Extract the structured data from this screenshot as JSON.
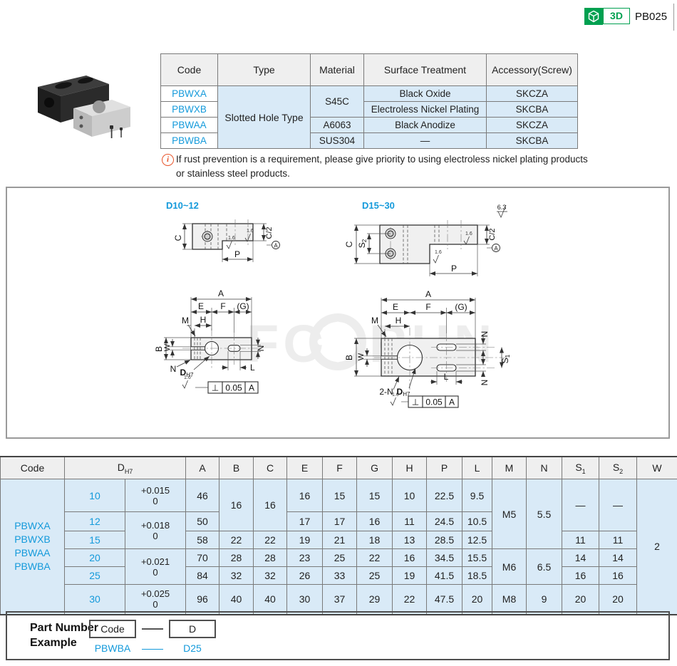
{
  "header": {
    "badge_3d": "3D",
    "part_number": "PB025"
  },
  "spec_table": {
    "headers": {
      "code": "Code",
      "type": "Type",
      "material": "Material",
      "surface": "Surface Treatment",
      "accessory": "Accessory(Screw)"
    },
    "type_label": "Slotted Hole Type",
    "rows": [
      {
        "code": "PBWXA",
        "material": "S45C",
        "surface": "Black Oxide",
        "accessory": "SKCZA"
      },
      {
        "code": "PBWXB",
        "surface": "Electroless Nickel Plating",
        "accessory": "SKCBA"
      },
      {
        "code": "PBWAA",
        "material": "A6063",
        "surface": "Black Anodize",
        "accessory": "SKCZA"
      },
      {
        "code": "PBWBA",
        "material": "SUS304",
        "surface": "—",
        "accessory": "SKCBA"
      }
    ]
  },
  "note": {
    "icon": "i",
    "line1": "If rust prevention is a requirement, please give priority to using electroless nickel plating products",
    "line2": "or stainless steel products."
  },
  "drawings": {
    "roughness": "6.3",
    "watermark_left": "FO",
    "watermark_right": "RUN",
    "side_small": {
      "title": "D10~12",
      "c": "C",
      "c_half": "C/2",
      "p": "P",
      "finish": "1.6",
      "datum": "A"
    },
    "side_large": {
      "title": "D15~30",
      "c": "C",
      "s_base": "S",
      "s_sub": "2",
      "c_half": "C/2",
      "p": "P",
      "finish": "1.6",
      "datum": "A"
    },
    "top_small": {
      "a": "A",
      "e": "E",
      "f": "F",
      "g": "(G)",
      "m": "M",
      "h": "H",
      "b": "B",
      "w": "W",
      "n_side": "N",
      "n_corner": "N",
      "l": "L",
      "bore": "D",
      "bore_sub": "H7",
      "finish": "1.6",
      "tol_sym": "⊥",
      "tol_val": "0.05",
      "tol_datum": "A"
    },
    "top_large": {
      "a": "A",
      "e": "E",
      "f": "F",
      "g": "(G)",
      "m": "M",
      "h": "H",
      "b": "B",
      "w": "W",
      "n_top": "N",
      "s_base": "S",
      "s_sub": "1",
      "n_bottom": "N",
      "l": "L",
      "count_n": "2-N",
      "bore": "D",
      "bore_sub": "H7",
      "finish": "1.6",
      "tol_sym": "⊥",
      "tol_val": "0.05",
      "tol_datum": "A"
    }
  },
  "dim_table": {
    "headers": {
      "code": "Code",
      "d": "D",
      "d_sub": "H7",
      "a": "A",
      "b": "B",
      "c": "C",
      "e": "E",
      "f": "F",
      "g": "G",
      "h": "H",
      "p": "P",
      "l": "L",
      "m": "M",
      "n": "N",
      "s1": "S",
      "s1_sub": "1",
      "s2": "S",
      "s2_sub": "2",
      "w": "W"
    },
    "codes": [
      "PBWXA",
      "PBWXB",
      "PBWAA",
      "PBWBA"
    ],
    "rows": [
      {
        "d": "10",
        "tol_top": "+0.015",
        "tol_bot": "0",
        "a": "46",
        "b": "16",
        "c": "16",
        "e": "16",
        "f": "15",
        "g": "15",
        "h": "10",
        "p": "22.5",
        "l": "9.5",
        "m": "M5",
        "n": "5.5",
        "s1": "—",
        "s2": "—",
        "w": "2"
      },
      {
        "d": "12",
        "tol_top": "+0.018",
        "tol_bot": "0",
        "a": "50",
        "e": "17",
        "f": "17",
        "g": "16",
        "h": "11",
        "p": "24.5",
        "l": "10.5"
      },
      {
        "d": "15",
        "a": "58",
        "b": "22",
        "c": "22",
        "e": "19",
        "f": "21",
        "g": "18",
        "h": "13",
        "p": "28.5",
        "l": "12.5",
        "s1": "11",
        "s2": "11"
      },
      {
        "d": "20",
        "tol_top": "+0.021",
        "tol_bot": "0",
        "a": "70",
        "b": "28",
        "c": "28",
        "e": "23",
        "f": "25",
        "g": "22",
        "h": "16",
        "p": "34.5",
        "l": "15.5",
        "m": "M6",
        "n": "6.5",
        "s1": "14",
        "s2": "14"
      },
      {
        "d": "25",
        "a": "84",
        "b": "32",
        "c": "32",
        "e": "26",
        "f": "33",
        "g": "25",
        "h": "19",
        "p": "41.5",
        "l": "18.5",
        "s1": "16",
        "s2": "16"
      },
      {
        "d": "30",
        "tol_top": "+0.025",
        "tol_bot": "0",
        "a": "96",
        "b": "40",
        "c": "40",
        "e": "30",
        "f": "37",
        "g": "29",
        "h": "22",
        "p": "47.5",
        "l": "20",
        "m": "M8",
        "n": "9",
        "s1": "20",
        "s2": "20"
      }
    ]
  },
  "part_example": {
    "title1": "Part Number",
    "title2": "Example",
    "box_code": "Code",
    "box_d": "D",
    "example_code": "PBWBA",
    "example_d": "D25"
  }
}
